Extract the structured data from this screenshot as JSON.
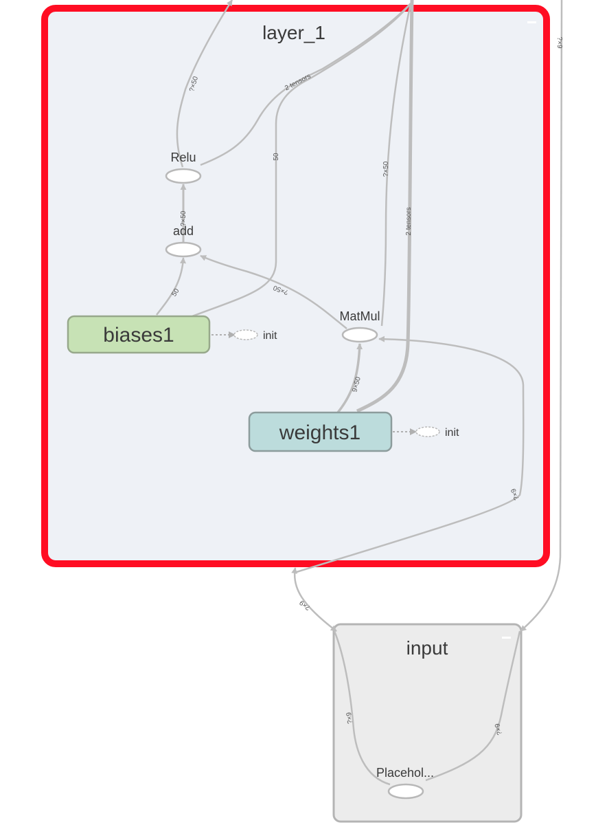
{
  "groups": {
    "layer_1": {
      "label": "layer_1",
      "collapse_icon": "minus-icon",
      "highlight_color": "#ff0d23"
    },
    "input": {
      "label": "input",
      "collapse_icon": "minus-icon"
    }
  },
  "nodes": {
    "relu": {
      "label": "Relu"
    },
    "add": {
      "label": "add"
    },
    "matmul": {
      "label": "MatMul"
    },
    "biases1": {
      "label": "biases1",
      "color": "#c7e2b5"
    },
    "weights1": {
      "label": "weights1",
      "color": "#bcdcdc"
    },
    "biases1_init": {
      "label": "init"
    },
    "weights1_init": {
      "label": "init"
    },
    "placeholder": {
      "label": "Placehol..."
    }
  },
  "edge_labels": {
    "relu_out": "?×50",
    "two_tensors_a": "2 tensors",
    "biases_up": "50",
    "matmul_up": "?×50",
    "weights_up": "2 tensors",
    "add_relu": "?×50",
    "biases_add": "50",
    "matmul_add": "?×50",
    "weights_matmul": "9×50",
    "input_matmul": "?×9",
    "layer_input": "?×9",
    "right_edge": "?×9",
    "placeholder_left": "?×9",
    "placeholder_right": "?×9"
  }
}
